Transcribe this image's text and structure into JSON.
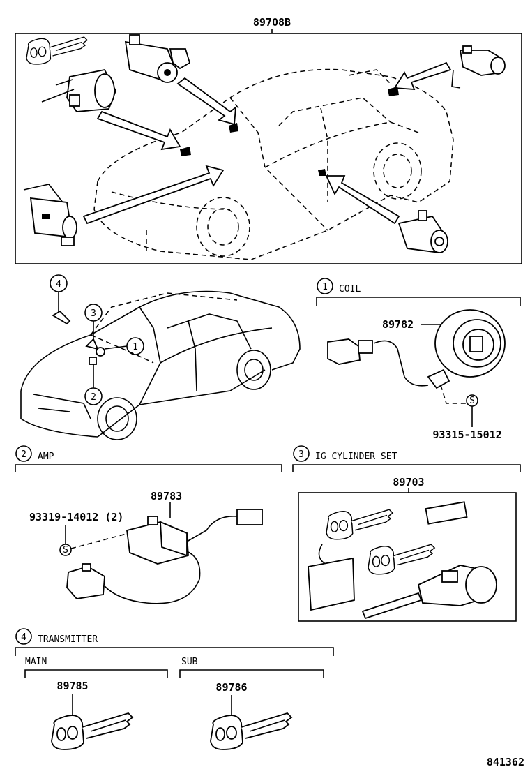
{
  "top_assembly": {
    "part_number": "89708B"
  },
  "callouts": [
    {
      "id": "1",
      "name": "COIL"
    },
    {
      "id": "2",
      "name": "AMP"
    },
    {
      "id": "3",
      "name": "IG CYLINDER SET"
    },
    {
      "id": "4",
      "name": "TRANSMITTER"
    }
  ],
  "coil": {
    "part_number": "89782",
    "screw_part": "93315-15012",
    "screw_symbol": "S"
  },
  "amp": {
    "part_number": "89783",
    "screw_part": "93319-14012 (2)",
    "screw_symbol": "S"
  },
  "ig_cylinder": {
    "part_number": "89703"
  },
  "transmitter": {
    "main": {
      "label": "MAIN",
      "part_number": "89785"
    },
    "sub": {
      "label": "SUB",
      "part_number": "89786"
    }
  },
  "illustration_number": "841362"
}
